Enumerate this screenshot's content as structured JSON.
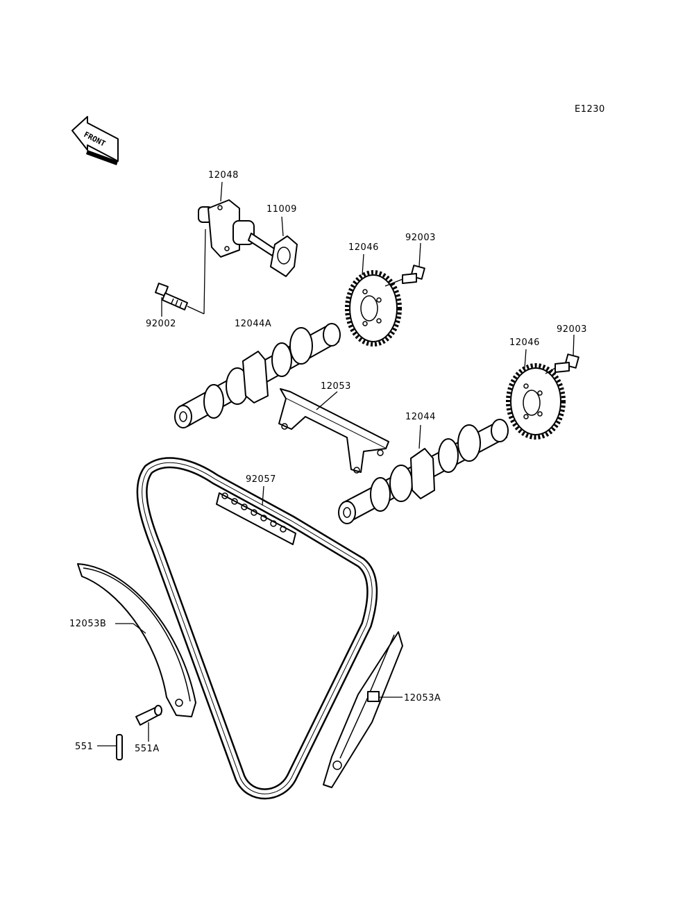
{
  "diagram_code": "E1230",
  "front_label": "FRONT",
  "parts": [
    {
      "id": "p12048",
      "number": "12048"
    },
    {
      "id": "p11009",
      "number": "11009"
    },
    {
      "id": "p12046a",
      "number": "12046"
    },
    {
      "id": "p92003a",
      "number": "92003"
    },
    {
      "id": "p92002",
      "number": "92002"
    },
    {
      "id": "p12044a",
      "number": "12044A"
    },
    {
      "id": "p12046b",
      "number": "12046"
    },
    {
      "id": "p92003b",
      "number": "92003"
    },
    {
      "id": "p12053",
      "number": "12053"
    },
    {
      "id": "p12044",
      "number": "12044"
    },
    {
      "id": "p92057",
      "number": "92057"
    },
    {
      "id": "p12053b",
      "number": "12053B"
    },
    {
      "id": "p12053a",
      "number": "12053A"
    },
    {
      "id": "p551",
      "number": "551"
    },
    {
      "id": "p551a",
      "number": "551A"
    }
  ]
}
